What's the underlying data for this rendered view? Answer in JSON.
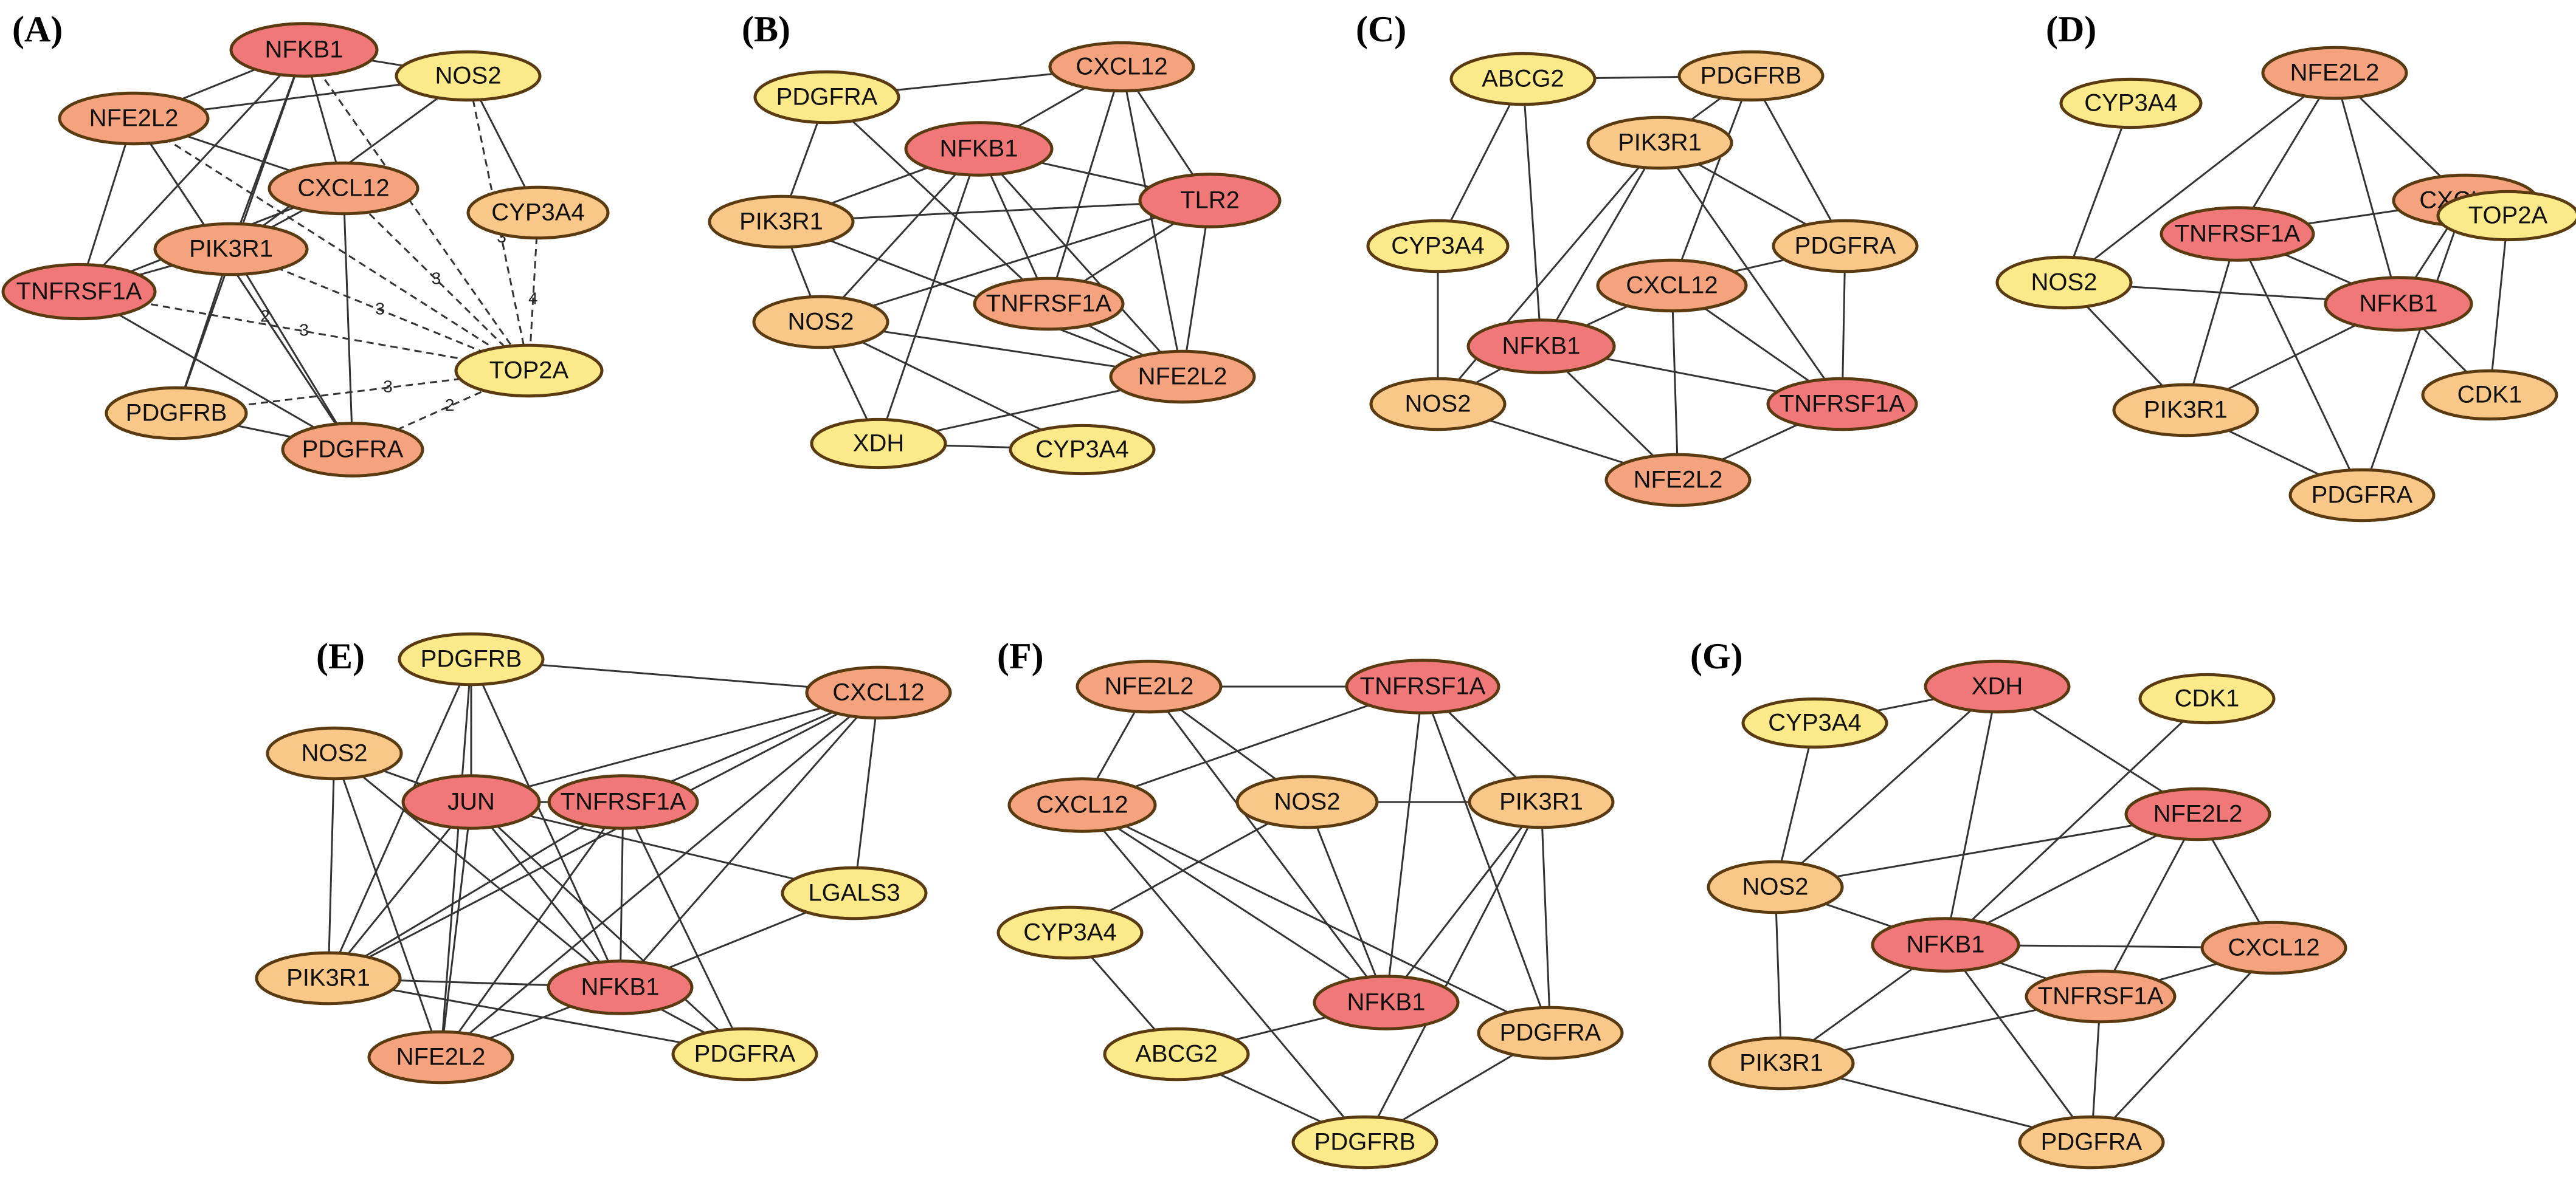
{
  "colors": {
    "hub": "#f07878",
    "high": "#f5a37e",
    "mid": "#f9c888",
    "low": "#fbe98a",
    "stroke": "#5a3a10"
  },
  "panels": [
    {
      "id": "A",
      "label": "(A)",
      "nodes": [
        {
          "id": "NFKB1",
          "label": "NFKB1",
          "level": "hub"
        },
        {
          "id": "NOS2",
          "label": "NOS2",
          "level": "low"
        },
        {
          "id": "NFE2L2",
          "label": "NFE2L2",
          "level": "high"
        },
        {
          "id": "CXCL12",
          "label": "CXCL12",
          "level": "high"
        },
        {
          "id": "CYP3A4",
          "label": "CYP3A4",
          "level": "mid"
        },
        {
          "id": "PIK3R1",
          "label": "PIK3R1",
          "level": "high"
        },
        {
          "id": "TNFRSF1A",
          "label": "TNFRSF1A",
          "level": "hub"
        },
        {
          "id": "TOP2A",
          "label": "TOP2A",
          "level": "low"
        },
        {
          "id": "PDGFRB",
          "label": "PDGFRB",
          "level": "mid"
        },
        {
          "id": "PDGFRA",
          "label": "PDGFRA",
          "level": "high"
        }
      ],
      "edges": [
        [
          "NFKB1",
          "NOS2"
        ],
        [
          "NFKB1",
          "NFE2L2"
        ],
        [
          "NFKB1",
          "CXCL12"
        ],
        [
          "NFKB1",
          "PIK3R1"
        ],
        [
          "NFKB1",
          "TNFRSF1A"
        ],
        [
          "NFKB1",
          "PDGFRB"
        ],
        [
          "NFE2L2",
          "NOS2"
        ],
        [
          "NFE2L2",
          "CXCL12"
        ],
        [
          "NFE2L2",
          "TNFRSF1A"
        ],
        [
          "NFE2L2",
          "PDGFRA"
        ],
        [
          "NOS2",
          "CYP3A4"
        ],
        [
          "NOS2",
          "PIK3R1"
        ],
        [
          "CXCL12",
          "TNFRSF1A"
        ],
        [
          "CXCL12",
          "PIK3R1"
        ],
        [
          "CXCL12",
          "PDGFRA"
        ],
        [
          "PIK3R1",
          "TNFRSF1A"
        ],
        [
          "PIK3R1",
          "PDGFRB"
        ],
        [
          "PIK3R1",
          "PDGFRA"
        ],
        [
          "TNFRSF1A",
          "PDGFRA"
        ],
        [
          "PDGFRB",
          "PDGFRA"
        ]
      ],
      "dashed_edges": [
        {
          "from": "NFE2L2",
          "to": "TOP2A",
          "label": ""
        },
        {
          "from": "NFKB1",
          "to": "TOP2A",
          "label": "3"
        },
        {
          "from": "NOS2",
          "to": "TOP2A",
          "label": "3"
        },
        {
          "from": "CYP3A4",
          "to": "TOP2A",
          "label": "4"
        },
        {
          "from": "CXCL12",
          "to": "TOP2A",
          "label": "3"
        },
        {
          "from": "PIK3R1",
          "to": "TOP2A",
          "label": "3"
        },
        {
          "from": "TNFRSF1A",
          "to": "TOP2A",
          "label": "3"
        },
        {
          "from": "PDGFRB",
          "to": "TOP2A",
          "label": "3"
        },
        {
          "from": "PDGFRA",
          "to": "TOP2A",
          "label": "2"
        },
        {
          "from": "NFE2L2",
          "to": "PDGFRA",
          "label": "2"
        }
      ]
    },
    {
      "id": "B",
      "label": "(B)",
      "nodes": [
        {
          "id": "CXCL12",
          "label": "CXCL12",
          "level": "high"
        },
        {
          "id": "PDGFRA",
          "label": "PDGFRA",
          "level": "low"
        },
        {
          "id": "NFKB1",
          "label": "NFKB1",
          "level": "hub"
        },
        {
          "id": "TLR2",
          "label": "TLR2",
          "level": "hub"
        },
        {
          "id": "PIK3R1",
          "label": "PIK3R1",
          "level": "mid"
        },
        {
          "id": "TNFRSF1A",
          "label": "TNFRSF1A",
          "level": "high"
        },
        {
          "id": "NOS2",
          "label": "NOS2",
          "level": "mid"
        },
        {
          "id": "NFE2L2",
          "label": "NFE2L2",
          "level": "high"
        },
        {
          "id": "XDH",
          "label": "XDH",
          "level": "low"
        },
        {
          "id": "CYP3A4",
          "label": "CYP3A4",
          "level": "low"
        }
      ],
      "edges": [
        [
          "PDGFRA",
          "CXCL12"
        ],
        [
          "PDGFRA",
          "PIK3R1"
        ],
        [
          "PDGFRA",
          "TNFRSF1A"
        ],
        [
          "CXCL12",
          "NFKB1"
        ],
        [
          "CXCL12",
          "TNFRSF1A"
        ],
        [
          "CXCL12",
          "TLR2"
        ],
        [
          "CXCL12",
          "NFE2L2"
        ],
        [
          "NFKB1",
          "TLR2"
        ],
        [
          "NFKB1",
          "PIK3R1"
        ],
        [
          "NFKB1",
          "NOS2"
        ],
        [
          "NFKB1",
          "TNFRSF1A"
        ],
        [
          "NFKB1",
          "NFE2L2"
        ],
        [
          "NFKB1",
          "XDH"
        ],
        [
          "TLR2",
          "PIK3R1"
        ],
        [
          "TLR2",
          "TNFRSF1A"
        ],
        [
          "TLR2",
          "NFE2L2"
        ],
        [
          "TLR2",
          "NOS2"
        ],
        [
          "PIK3R1",
          "NOS2"
        ],
        [
          "PIK3R1",
          "NFE2L2"
        ],
        [
          "TNFRSF1A",
          "NFE2L2"
        ],
        [
          "NOS2",
          "XDH"
        ],
        [
          "NOS2",
          "NFE2L2"
        ],
        [
          "NOS2",
          "CYP3A4"
        ],
        [
          "XDH",
          "CYP3A4"
        ],
        [
          "XDH",
          "NFE2L2"
        ]
      ],
      "dashed_edges": []
    },
    {
      "id": "C",
      "label": "(C)",
      "nodes": [
        {
          "id": "ABCG2",
          "label": "ABCG2",
          "level": "low"
        },
        {
          "id": "PDGFRB",
          "label": "PDGFRB",
          "level": "mid"
        },
        {
          "id": "PIK3R1",
          "label": "PIK3R1",
          "level": "mid"
        },
        {
          "id": "CYP3A4",
          "label": "CYP3A4",
          "level": "low"
        },
        {
          "id": "PDGFRA",
          "label": "PDGFRA",
          "level": "mid"
        },
        {
          "id": "CXCL12",
          "label": "CXCL12",
          "level": "high"
        },
        {
          "id": "NFKB1",
          "label": "NFKB1",
          "level": "hub"
        },
        {
          "id": "NOS2",
          "label": "NOS2",
          "level": "mid"
        },
        {
          "id": "TNFRSF1A",
          "label": "TNFRSF1A",
          "level": "hub"
        },
        {
          "id": "NFE2L2",
          "label": "NFE2L2",
          "level": "high"
        }
      ],
      "edges": [
        [
          "ABCG2",
          "PDGFRB"
        ],
        [
          "ABCG2",
          "CYP3A4"
        ],
        [
          "ABCG2",
          "NFKB1"
        ],
        [
          "PDGFRB",
          "PIK3R1"
        ],
        [
          "PDGFRB",
          "PDGFRA"
        ],
        [
          "PDGFRB",
          "CXCL12"
        ],
        [
          "PIK3R1",
          "NFKB1"
        ],
        [
          "PIK3R1",
          "PDGFRA"
        ],
        [
          "PIK3R1",
          "NOS2"
        ],
        [
          "PIK3R1",
          "TNFRSF1A"
        ],
        [
          "CYP3A4",
          "NOS2"
        ],
        [
          "PDGFRA",
          "CXCL12"
        ],
        [
          "PDGFRA",
          "TNFRSF1A"
        ],
        [
          "CXCL12",
          "NFKB1"
        ],
        [
          "CXCL12",
          "TNFRSF1A"
        ],
        [
          "CXCL12",
          "NFE2L2"
        ],
        [
          "NFKB1",
          "NOS2"
        ],
        [
          "NFKB1",
          "NFE2L2"
        ],
        [
          "NFKB1",
          "TNFRSF1A"
        ],
        [
          "NOS2",
          "NFE2L2"
        ],
        [
          "NFE2L2",
          "TNFRSF1A"
        ]
      ],
      "dashed_edges": []
    },
    {
      "id": "D",
      "label": "(D)",
      "nodes": [
        {
          "id": "NFE2L2",
          "label": "NFE2L2",
          "level": "high"
        },
        {
          "id": "CYP3A4",
          "label": "CYP3A4",
          "level": "low"
        },
        {
          "id": "CXCL12",
          "label": "CXCL12",
          "level": "high"
        },
        {
          "id": "TNFRSF1A",
          "label": "TNFRSF1A",
          "level": "hub"
        },
        {
          "id": "TOP2A",
          "label": "TOP2A",
          "level": "low"
        },
        {
          "id": "NOS2",
          "label": "NOS2",
          "level": "low"
        },
        {
          "id": "NFKB1",
          "label": "NFKB1",
          "level": "hub"
        },
        {
          "id": "CDK1",
          "label": "CDK1",
          "level": "mid"
        },
        {
          "id": "PIK3R1",
          "label": "PIK3R1",
          "level": "mid"
        },
        {
          "id": "PDGFRA",
          "label": "PDGFRA",
          "level": "mid"
        }
      ],
      "edges": [
        [
          "NFE2L2",
          "NOS2"
        ],
        [
          "NFE2L2",
          "TNFRSF1A"
        ],
        [
          "NFE2L2",
          "NFKB1"
        ],
        [
          "NFE2L2",
          "CXCL12"
        ],
        [
          "CYP3A4",
          "NOS2"
        ],
        [
          "CXCL12",
          "TNFRSF1A"
        ],
        [
          "CXCL12",
          "NFKB1"
        ],
        [
          "CXCL12",
          "PDGFRA"
        ],
        [
          "TNFRSF1A",
          "NFKB1"
        ],
        [
          "TNFRSF1A",
          "PIK3R1"
        ],
        [
          "TNFRSF1A",
          "PDGFRA"
        ],
        [
          "TOP2A",
          "CDK1"
        ],
        [
          "NOS2",
          "NFKB1"
        ],
        [
          "NOS2",
          "PIK3R1"
        ],
        [
          "NFKB1",
          "CDK1"
        ],
        [
          "NFKB1",
          "PIK3R1"
        ],
        [
          "PIK3R1",
          "PDGFRA"
        ]
      ],
      "dashed_edges": []
    },
    {
      "id": "E",
      "label": "(E)",
      "nodes": [
        {
          "id": "PDGFRB",
          "label": "PDGFRB",
          "level": "low"
        },
        {
          "id": "CXCL12",
          "label": "CXCL12",
          "level": "high"
        },
        {
          "id": "NOS2",
          "label": "NOS2",
          "level": "mid"
        },
        {
          "id": "JUN",
          "label": "JUN",
          "level": "hub"
        },
        {
          "id": "TNFRSF1A",
          "label": "TNFRSF1A",
          "level": "hub"
        },
        {
          "id": "LGALS3",
          "label": "LGALS3",
          "level": "low"
        },
        {
          "id": "PIK3R1",
          "label": "PIK3R1",
          "level": "mid"
        },
        {
          "id": "NFKB1",
          "label": "NFKB1",
          "level": "hub"
        },
        {
          "id": "NFE2L2",
          "label": "NFE2L2",
          "level": "high"
        },
        {
          "id": "PDGFRA",
          "label": "PDGFRA",
          "level": "low"
        }
      ],
      "edges": [
        [
          "PDGFRB",
          "CXCL12"
        ],
        [
          "PDGFRB",
          "JUN"
        ],
        [
          "PDGFRB",
          "PIK3R1"
        ],
        [
          "PDGFRB",
          "NFKB1"
        ],
        [
          "PDGFRB",
          "NFE2L2"
        ],
        [
          "CXCL12",
          "JUN"
        ],
        [
          "CXCL12",
          "TNFRSF1A"
        ],
        [
          "CXCL12",
          "LGALS3"
        ],
        [
          "CXCL12",
          "NFKB1"
        ],
        [
          "CXCL12",
          "PIK3R1"
        ],
        [
          "CXCL12",
          "NFE2L2"
        ],
        [
          "NOS2",
          "JUN"
        ],
        [
          "NOS2",
          "PIK3R1"
        ],
        [
          "NOS2",
          "NFKB1"
        ],
        [
          "NOS2",
          "NFE2L2"
        ],
        [
          "JUN",
          "TNFRSF1A"
        ],
        [
          "JUN",
          "PIK3R1"
        ],
        [
          "JUN",
          "NFKB1"
        ],
        [
          "JUN",
          "LGALS3"
        ],
        [
          "JUN",
          "NFE2L2"
        ],
        [
          "JUN",
          "PDGFRA"
        ],
        [
          "TNFRSF1A",
          "NFKB1"
        ],
        [
          "TNFRSF1A",
          "PIK3R1"
        ],
        [
          "TNFRSF1A",
          "NFE2L2"
        ],
        [
          "TNFRSF1A",
          "PDGFRA"
        ],
        [
          "LGALS3",
          "NFKB1"
        ],
        [
          "PIK3R1",
          "NFKB1"
        ],
        [
          "PIK3R1",
          "PDGFRA"
        ],
        [
          "NFKB1",
          "NFE2L2"
        ],
        [
          "NFKB1",
          "PDGFRA"
        ]
      ],
      "dashed_edges": []
    },
    {
      "id": "F",
      "label": "(F)",
      "nodes": [
        {
          "id": "NFE2L2",
          "label": "NFE2L2",
          "level": "high"
        },
        {
          "id": "TNFRSF1A",
          "label": "TNFRSF1A",
          "level": "hub"
        },
        {
          "id": "CXCL12",
          "label": "CXCL12",
          "level": "high"
        },
        {
          "id": "NOS2",
          "label": "NOS2",
          "level": "mid"
        },
        {
          "id": "PIK3R1",
          "label": "PIK3R1",
          "level": "mid"
        },
        {
          "id": "CYP3A4",
          "label": "CYP3A4",
          "level": "low"
        },
        {
          "id": "NFKB1",
          "label": "NFKB1",
          "level": "hub"
        },
        {
          "id": "PDGFRA",
          "label": "PDGFRA",
          "level": "mid"
        },
        {
          "id": "ABCG2",
          "label": "ABCG2",
          "level": "low"
        },
        {
          "id": "PDGFRB",
          "label": "PDGFRB",
          "level": "low"
        }
      ],
      "edges": [
        [
          "NFE2L2",
          "TNFRSF1A"
        ],
        [
          "NFE2L2",
          "CXCL12"
        ],
        [
          "NFE2L2",
          "NOS2"
        ],
        [
          "NFE2L2",
          "NFKB1"
        ],
        [
          "TNFRSF1A",
          "CXCL12"
        ],
        [
          "TNFRSF1A",
          "PIK3R1"
        ],
        [
          "TNFRSF1A",
          "NFKB1"
        ],
        [
          "TNFRSF1A",
          "PDGFRA"
        ],
        [
          "CXCL12",
          "NFKB1"
        ],
        [
          "CXCL12",
          "PDGFRA"
        ],
        [
          "CXCL12",
          "PDGFRB"
        ],
        [
          "NOS2",
          "PIK3R1"
        ],
        [
          "NOS2",
          "NFKB1"
        ],
        [
          "NOS2",
          "CYP3A4"
        ],
        [
          "PIK3R1",
          "NFKB1"
        ],
        [
          "PIK3R1",
          "PDGFRA"
        ],
        [
          "PIK3R1",
          "PDGFRB"
        ],
        [
          "CYP3A4",
          "ABCG2"
        ],
        [
          "NFKB1",
          "ABCG2"
        ],
        [
          "ABCG2",
          "PDGFRB"
        ],
        [
          "PDGFRA",
          "PDGFRB"
        ]
      ],
      "dashed_edges": []
    },
    {
      "id": "G",
      "label": "(G)",
      "nodes": [
        {
          "id": "XDH",
          "label": "XDH",
          "level": "hub"
        },
        {
          "id": "CYP3A4",
          "label": "CYP3A4",
          "level": "low"
        },
        {
          "id": "CDK1",
          "label": "CDK1",
          "level": "low"
        },
        {
          "id": "NFE2L2",
          "label": "NFE2L2",
          "level": "hub"
        },
        {
          "id": "NOS2",
          "label": "NOS2",
          "level": "mid"
        },
        {
          "id": "NFKB1",
          "label": "NFKB1",
          "level": "hub"
        },
        {
          "id": "CXCL12",
          "label": "CXCL12",
          "level": "high"
        },
        {
          "id": "TNFRSF1A",
          "label": "TNFRSF1A",
          "level": "high"
        },
        {
          "id": "PIK3R1",
          "label": "PIK3R1",
          "level": "mid"
        },
        {
          "id": "PDGFRA",
          "label": "PDGFRA",
          "level": "mid"
        }
      ],
      "edges": [
        [
          "CYP3A4",
          "XDH"
        ],
        [
          "CYP3A4",
          "NOS2"
        ],
        [
          "XDH",
          "NOS2"
        ],
        [
          "XDH",
          "NFKB1"
        ],
        [
          "XDH",
          "NFE2L2"
        ],
        [
          "CDK1",
          "NFKB1"
        ],
        [
          "NFE2L2",
          "NOS2"
        ],
        [
          "NFE2L2",
          "NFKB1"
        ],
        [
          "NFE2L2",
          "CXCL12"
        ],
        [
          "NFE2L2",
          "TNFRSF1A"
        ],
        [
          "NOS2",
          "NFKB1"
        ],
        [
          "NOS2",
          "PIK3R1"
        ],
        [
          "NFKB1",
          "CXCL12"
        ],
        [
          "NFKB1",
          "TNFRSF1A"
        ],
        [
          "NFKB1",
          "PIK3R1"
        ],
        [
          "NFKB1",
          "PDGFRA"
        ],
        [
          "TNFRSF1A",
          "CXCL12"
        ],
        [
          "TNFRSF1A",
          "PIK3R1"
        ],
        [
          "TNFRSF1A",
          "PDGFRA"
        ],
        [
          "CXCL12",
          "PDGFRA"
        ],
        [
          "PIK3R1",
          "PDGFRA"
        ]
      ],
      "dashed_edges": []
    }
  ]
}
